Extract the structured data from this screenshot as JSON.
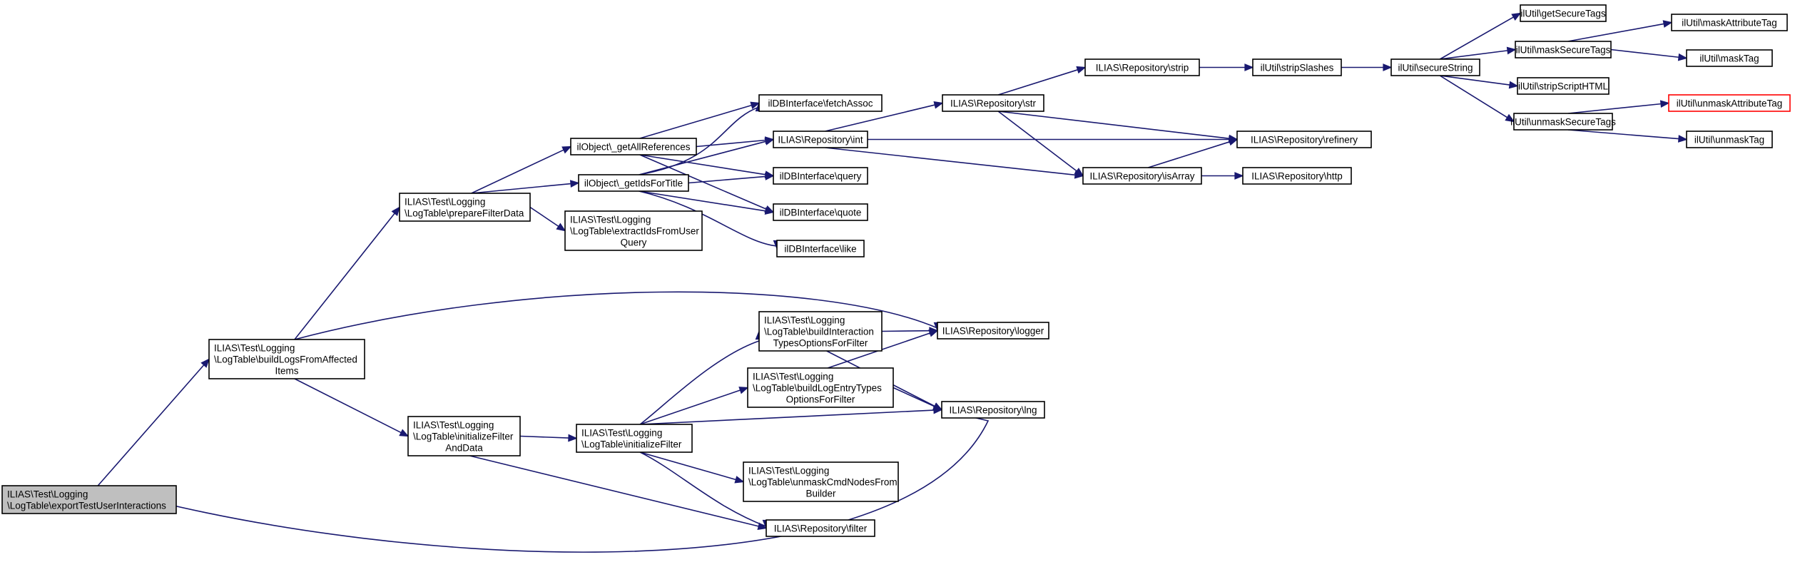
{
  "graph": {
    "edge_color": "#191970",
    "root_fill": "#bfbfbf",
    "truncated_border": "#ff0000",
    "nodes": {
      "export": {
        "lines": [
          "ILIAS\\Test\\Logging",
          "\\LogTable\\exportTestUserInteractions"
        ]
      },
      "buildLogs": {
        "lines": [
          "ILIAS\\Test\\Logging",
          "\\LogTable\\buildLogsFromAffected",
          "Items"
        ]
      },
      "prepare": {
        "lines": [
          "ILIAS\\Test\\Logging",
          "\\LogTable\\prepareFilterData"
        ]
      },
      "initFD": {
        "lines": [
          "ILIAS\\Test\\Logging",
          "\\LogTable\\initializeFilter",
          "AndData"
        ]
      },
      "getAllRefs": {
        "lines": [
          "ilObject\\_getAllReferences"
        ]
      },
      "getIds": {
        "lines": [
          "ilObject\\_getIdsForTitle"
        ]
      },
      "extractIds": {
        "lines": [
          "ILIAS\\Test\\Logging",
          "\\LogTable\\extractIdsFromUser",
          "Query"
        ]
      },
      "initFilter": {
        "lines": [
          "ILIAS\\Test\\Logging",
          "\\LogTable\\initializeFilter"
        ]
      },
      "fetchAssoc": {
        "lines": [
          "ilDBInterface\\fetchAssoc"
        ]
      },
      "repoInt": {
        "lines": [
          "ILIAS\\Repository\\int"
        ]
      },
      "dbQuery": {
        "lines": [
          "ilDBInterface\\query"
        ]
      },
      "dbQuote": {
        "lines": [
          "ilDBInterface\\quote"
        ]
      },
      "dbLike": {
        "lines": [
          "ilDBInterface\\like"
        ]
      },
      "buildInter": {
        "lines": [
          "ILIAS\\Test\\Logging",
          "\\LogTable\\buildInteraction",
          "TypesOptionsForFilter"
        ]
      },
      "buildEntry": {
        "lines": [
          "ILIAS\\Test\\Logging",
          "\\LogTable\\buildLogEntryTypes",
          "OptionsForFilter"
        ]
      },
      "unmaskCmd": {
        "lines": [
          "ILIAS\\Test\\Logging",
          "\\LogTable\\unmaskCmdNodesFrom",
          "Builder"
        ]
      },
      "repoFilter": {
        "lines": [
          "ILIAS\\Repository\\filter"
        ]
      },
      "repoStr": {
        "lines": [
          "ILIAS\\Repository\\str"
        ]
      },
      "repoLogger": {
        "lines": [
          "ILIAS\\Repository\\logger"
        ]
      },
      "repoLng": {
        "lines": [
          "ILIAS\\Repository\\lng"
        ]
      },
      "repoStrip": {
        "lines": [
          "ILIAS\\Repository\\strip"
        ]
      },
      "repoIsArray": {
        "lines": [
          "ILIAS\\Repository\\isArray"
        ]
      },
      "stripSlashes": {
        "lines": [
          "ilUtil\\stripSlashes"
        ]
      },
      "refinery": {
        "lines": [
          "ILIAS\\Repository\\refinery"
        ]
      },
      "repoHttp": {
        "lines": [
          "ILIAS\\Repository\\http"
        ]
      },
      "secureString": {
        "lines": [
          "ilUtil\\secureString"
        ]
      },
      "getSecTags": {
        "lines": [
          "ilUtil\\getSecureTags"
        ]
      },
      "maskSecTags": {
        "lines": [
          "ilUtil\\maskSecureTags"
        ]
      },
      "stripScript": {
        "lines": [
          "ilUtil\\stripScriptHTML"
        ]
      },
      "unmaskSec": {
        "lines": [
          "ilUtil\\unmaskSecureTags"
        ]
      },
      "maskAttrTag": {
        "lines": [
          "ilUtil\\maskAttributeTag"
        ]
      },
      "maskTag": {
        "lines": [
          "ilUtil\\maskTag"
        ]
      },
      "unmaskAttr": {
        "lines": [
          "ilUtil\\unmaskAttributeTag"
        ]
      },
      "unmaskTag": {
        "lines": [
          "ilUtil\\unmaskTag"
        ]
      }
    }
  }
}
